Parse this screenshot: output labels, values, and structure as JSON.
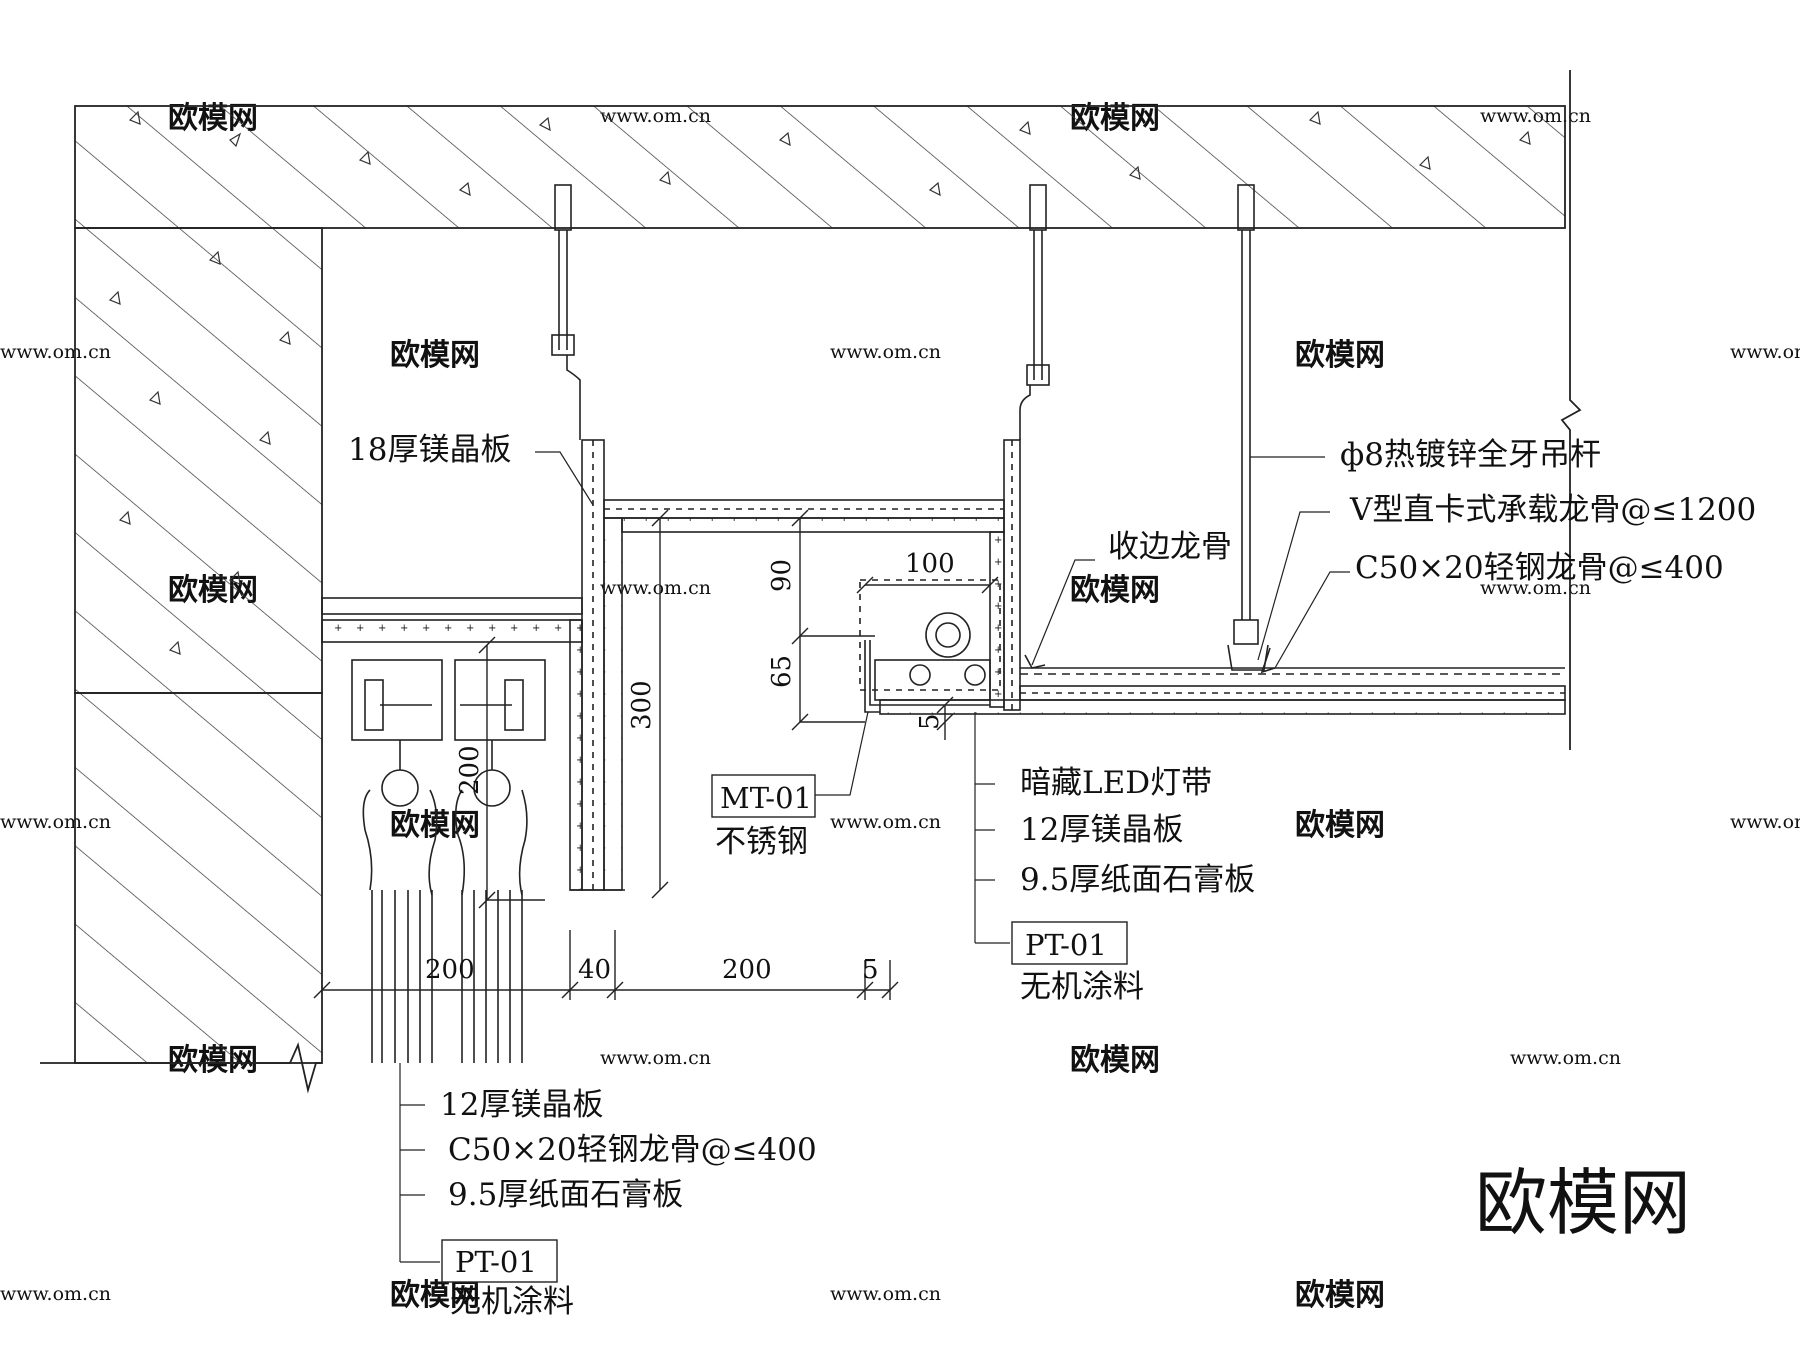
{
  "labels": {
    "board18": "18厚镁晶板",
    "rod": "ф8热镀锌全牙吊杆",
    "v_keel": "V型直卡式承载龙骨@≤1200",
    "edge_keel": "收边龙骨",
    "c50_right": "C50×20轻钢龙骨@≤400",
    "led": "暗藏LED灯带",
    "board12_right": "12厚镁晶板",
    "gypsum_right": "9.5厚纸面石膏板",
    "pt01_right_code": "PT-01",
    "pt01_right_name": "无机涂料",
    "mt01_code": "MT-01",
    "mt01_name": "不锈钢",
    "board12_left": "12厚镁晶板",
    "c50_left": "C50×20轻钢龙骨@≤400",
    "gypsum_left": "9.5厚纸面石膏板",
    "pt01_left_code": "PT-01",
    "pt01_left_name": "无机涂料"
  },
  "dimensions": {
    "d100": "100",
    "d90": "90",
    "d65": "65",
    "d300": "300",
    "d200_vert": "200",
    "d5_vert": "5",
    "d200_a": "200",
    "d40": "40",
    "d200_b": "200",
    "d5": "5"
  },
  "watermark": {
    "text": "欧模网",
    "url": "www.om.cn",
    "logo": "欧模网"
  }
}
